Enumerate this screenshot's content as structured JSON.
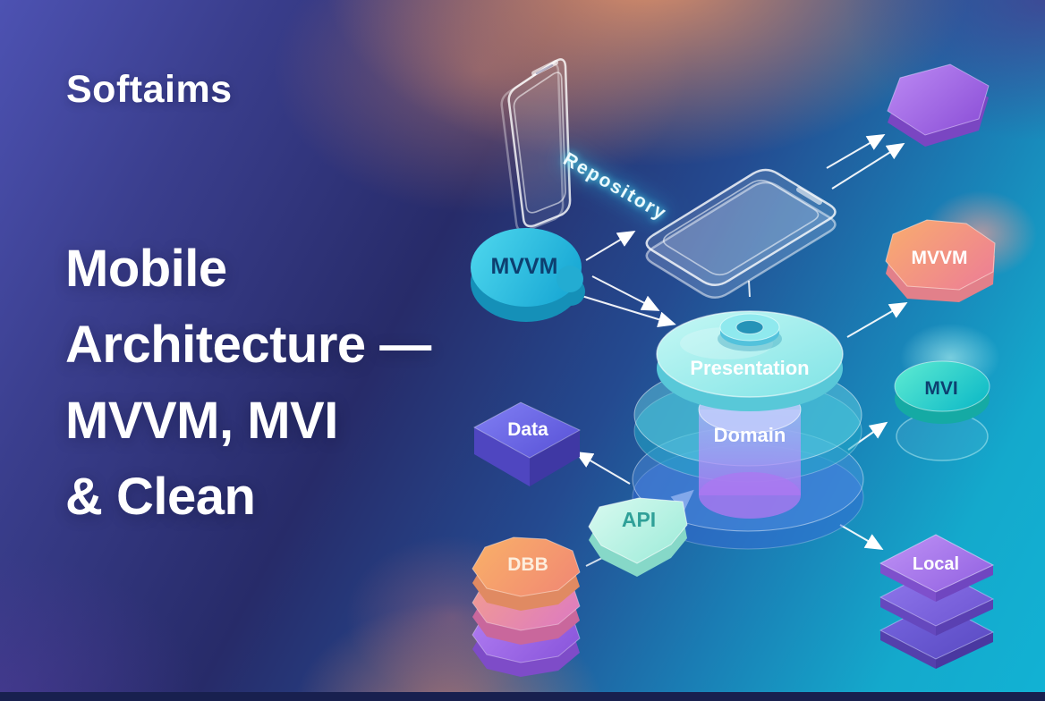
{
  "brand": {
    "name": "Softaims"
  },
  "headline": {
    "lines": [
      "Mobile",
      "Architecture —",
      "MVVM, MVI",
      "& Clean"
    ]
  },
  "diagram": {
    "repository_label": "Repository",
    "nodes": {
      "mvvm_left": "MVVM",
      "presentation": "Presentation",
      "domain": "Domain",
      "data": "Data",
      "api": "API",
      "db": "DBB",
      "mvvm_right": "MVVM",
      "mvi": "MVI",
      "local": "Local"
    }
  },
  "palette": {
    "background_top_left": "#4d52b2",
    "background_orange_glow": "#e99668",
    "background_bottom_right_cyan": "#12b2d4",
    "cylinder_cyan": "#2cc0de",
    "hexagon_purple": "#a36ae6",
    "octagon_orange": "#f49a78",
    "mvi_teal": "#2ed0c2",
    "data_cube_purple": "#6a64e0",
    "api_mint": "#bdf2e4",
    "db_layer_orange": "#f7a468",
    "db_layer_pink": "#e88aa8",
    "db_layer_purple": "#a06ae8",
    "local_layer_purple": "#a97ef0",
    "arrow_color": "#ffffff",
    "repository_glow": "#35e0f0"
  }
}
